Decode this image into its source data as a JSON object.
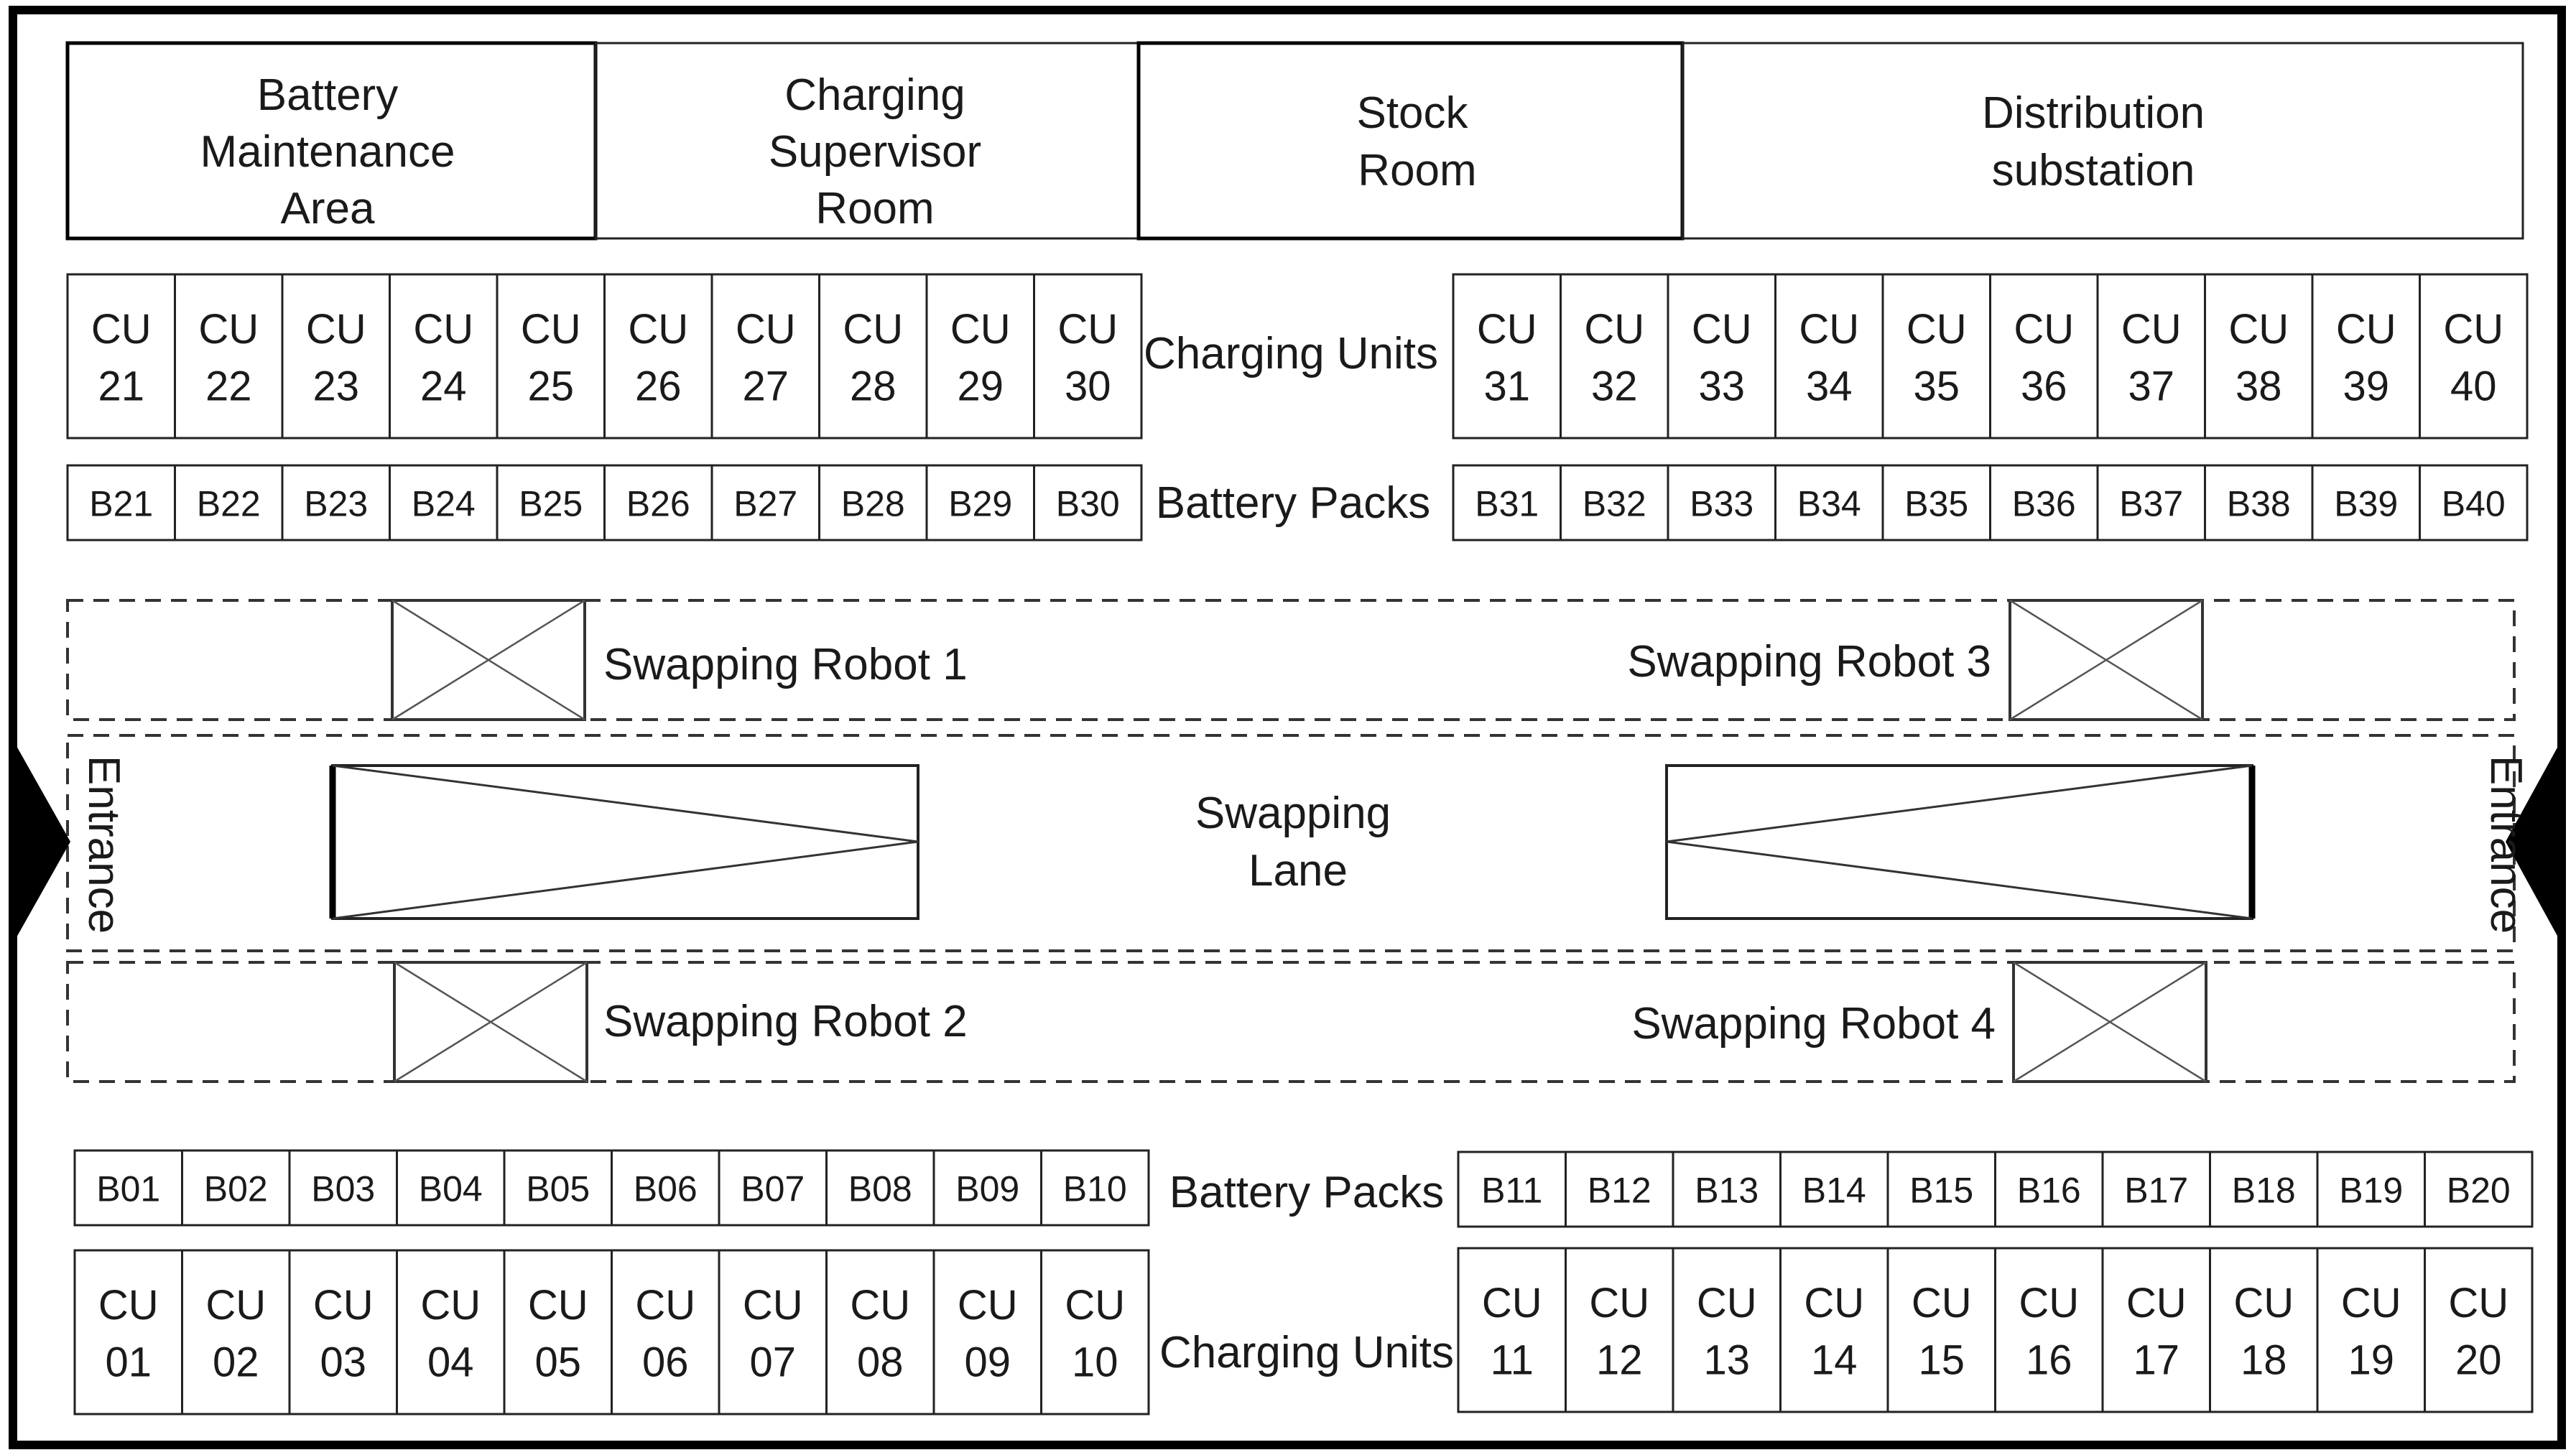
{
  "rooms": [
    {
      "lines": [
        "Battery",
        "Maintenance",
        "Area"
      ]
    },
    {
      "lines": [
        "Charging",
        "Supervisor",
        "Room"
      ]
    },
    {
      "lines": [
        "Stock",
        "Room"
      ]
    },
    {
      "lines": [
        "Distribution",
        "substation"
      ]
    }
  ],
  "labels": {
    "charging_units": "Charging Units",
    "battery_packs": "Battery Packs",
    "swapping_lane": [
      "Swapping",
      "Lane"
    ],
    "entrance": "Entrance"
  },
  "robots": [
    "Swapping Robot 1",
    "Swapping Robot 2",
    "Swapping Robot 3",
    "Swapping Robot 4"
  ],
  "cu_prefix": "CU",
  "top_left_cu": [
    "21",
    "22",
    "23",
    "24",
    "25",
    "26",
    "27",
    "28",
    "29",
    "30"
  ],
  "top_right_cu": [
    "31",
    "32",
    "33",
    "34",
    "35",
    "36",
    "37",
    "38",
    "39",
    "40"
  ],
  "top_left_b": [
    "B21",
    "B22",
    "B23",
    "B24",
    "B25",
    "B26",
    "B27",
    "B28",
    "B29",
    "B30"
  ],
  "top_right_b": [
    "B31",
    "B32",
    "B33",
    "B34",
    "B35",
    "B36",
    "B37",
    "B38",
    "B39",
    "B40"
  ],
  "bottom_left_b": [
    "B01",
    "B02",
    "B03",
    "B04",
    "B05",
    "B06",
    "B07",
    "B08",
    "B09",
    "B10"
  ],
  "bottom_right_b": [
    "B11",
    "B12",
    "B13",
    "B14",
    "B15",
    "B16",
    "B17",
    "B18",
    "B19",
    "B20"
  ],
  "bottom_left_cu": [
    "01",
    "02",
    "03",
    "04",
    "05",
    "06",
    "07",
    "08",
    "09",
    "10"
  ],
  "bottom_right_cu": [
    "11",
    "12",
    "13",
    "14",
    "15",
    "16",
    "17",
    "18",
    "19",
    "20"
  ]
}
